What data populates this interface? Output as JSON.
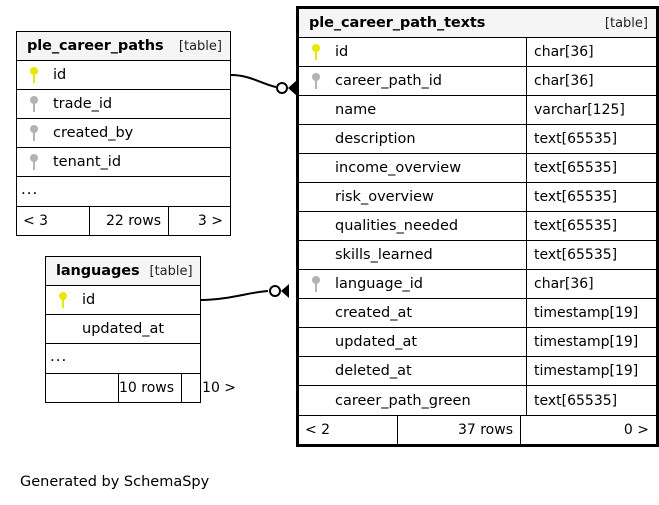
{
  "diagram": {
    "caption": "Generated by SchemaSpy",
    "table_tag": "[table]",
    "ellipsis": "...",
    "colors": {
      "primary_key": "#e8e800",
      "foreign_key": "#b3b3b3",
      "border": "#000000",
      "header_background": "#f5f5f5",
      "canvas_background": "#ffffff"
    }
  },
  "tables": [
    {
      "id": "ple_career_paths",
      "name": "ple_career_paths",
      "tag": "[table]",
      "focal": false,
      "show_types": false,
      "columns": [
        {
          "name": "id",
          "key": "pk",
          "type": ""
        },
        {
          "name": "trade_id",
          "key": "fk",
          "type": ""
        },
        {
          "name": "created_by",
          "key": "fk",
          "type": ""
        },
        {
          "name": "tenant_id",
          "key": "fk",
          "type": ""
        }
      ],
      "has_ellipsis": true,
      "footer": {
        "prev": "< 3",
        "rows": "22 rows",
        "next": "3 >"
      }
    },
    {
      "id": "languages",
      "name": "languages",
      "tag": "[table]",
      "focal": false,
      "show_types": false,
      "columns": [
        {
          "name": "id",
          "key": "pk",
          "type": ""
        },
        {
          "name": "updated_at",
          "key": "",
          "type": ""
        }
      ],
      "has_ellipsis": true,
      "footer": {
        "prev": "",
        "rows": "10 rows",
        "next": "10 >"
      }
    },
    {
      "id": "ple_career_path_texts",
      "name": "ple_career_path_texts",
      "tag": "[table]",
      "focal": true,
      "show_types": true,
      "columns": [
        {
          "name": "id",
          "key": "pk",
          "type": "char[36]"
        },
        {
          "name": "career_path_id",
          "key": "fk",
          "type": "char[36]"
        },
        {
          "name": "name",
          "key": "",
          "type": "varchar[125]"
        },
        {
          "name": "description",
          "key": "",
          "type": "text[65535]"
        },
        {
          "name": "income_overview",
          "key": "",
          "type": "text[65535]"
        },
        {
          "name": "risk_overview",
          "key": "",
          "type": "text[65535]"
        },
        {
          "name": "qualities_needed",
          "key": "",
          "type": "text[65535]"
        },
        {
          "name": "skills_learned",
          "key": "",
          "type": "text[65535]"
        },
        {
          "name": "language_id",
          "key": "fk",
          "type": "char[36]"
        },
        {
          "name": "created_at",
          "key": "",
          "type": "timestamp[19]"
        },
        {
          "name": "updated_at",
          "key": "",
          "type": "timestamp[19]"
        },
        {
          "name": "deleted_at",
          "key": "",
          "type": "timestamp[19]"
        },
        {
          "name": "career_path_green",
          "key": "",
          "type": "text[65535]"
        }
      ],
      "has_ellipsis": false,
      "footer": {
        "prev": "< 2",
        "rows": "37 rows",
        "next": "0 >"
      }
    }
  ],
  "relationships": [
    {
      "from_table": "ple_career_paths",
      "from_column": "id",
      "to_table": "ple_career_path_texts",
      "to_column": "career_path_id",
      "cardinality": "zero-or-many"
    },
    {
      "from_table": "languages",
      "from_column": "id",
      "to_table": "ple_career_path_texts",
      "to_column": "language_id",
      "cardinality": "zero-or-many"
    }
  ]
}
